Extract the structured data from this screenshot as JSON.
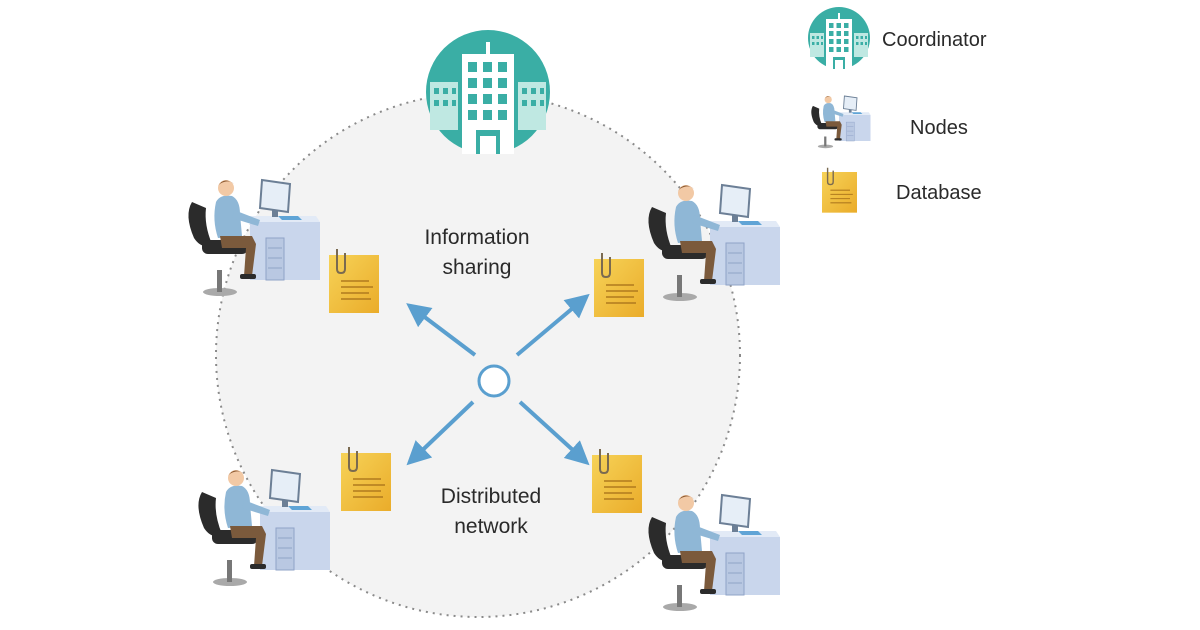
{
  "diagram": {
    "center_label_top": [
      "Information",
      "sharing"
    ],
    "center_label_bottom": [
      "Distributed",
      "network"
    ]
  },
  "legend": {
    "coordinator": "Coordinator",
    "nodes": "Nodes",
    "database": "Database"
  },
  "colors": {
    "teal": "#3aaea5",
    "teal_dark": "#2f8f88",
    "arrow": "#5a9fcf",
    "circle_fill": "#f3f3f3",
    "circle_stroke": "#8a8a8a",
    "note_yellow": "#f3c63f",
    "note_orange": "#e9a928",
    "desk": "#c9d6ec",
    "shirt": "#8fb7d6",
    "pants": "#7b5a3c",
    "chair": "#2b2b2b"
  }
}
